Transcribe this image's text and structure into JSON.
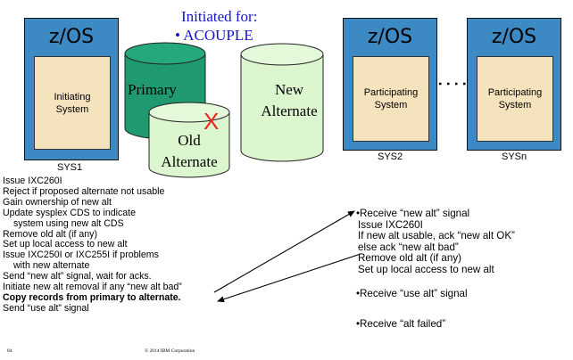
{
  "header": {
    "title": "Initiated for:",
    "bullet": "• ACOUPLE"
  },
  "systems": [
    {
      "os_label": "z/OS",
      "inner_label": "Initiating System",
      "name": "SYS1"
    },
    {
      "os_label": "z/OS",
      "inner_label": "Participating System",
      "name": "SYS2"
    },
    {
      "os_label": "z/OS",
      "inner_label": "Participating System",
      "name": "SYSn"
    }
  ],
  "datasets": {
    "primary": "Primary",
    "new_alternate": "New Alternate",
    "old_alternate": "Old Alternate",
    "x_mark": "X"
  },
  "left_steps": [
    "Issue IXC260I",
    "Reject if proposed alternate not usable",
    "Gain ownership of new alt",
    "Update sysplex CDS to indicate",
    "system using new alt CDS",
    "Remove old alt (if any)",
    "Set up local access to new alt",
    "Issue IXC250I or IXC255I if problems",
    "with new alternate",
    "Send “new alt” signal, wait for acks.",
    "Initiate new alt removal if any “new alt bad”",
    "Copy records from primary to alternate.",
    "Send “use alt” signal"
  ],
  "right_steps_block1": [
    "•Receive “new alt” signal",
    "Issue IXC260I",
    "If new alt usable, ack “new alt OK”",
    "else ack “new alt bad”",
    "Remove old alt (if any)",
    "Set up local access to new alt"
  ],
  "right_step_use_alt": "•Receive “use alt” signal",
  "right_step_alt_failed": "•Receive “alt failed”",
  "footer": {
    "page_number": "84",
    "copyright": "© 2014 IBM Corporation"
  },
  "colors": {
    "zos_blue": "#3d89c4",
    "inner_fill": "#f5e3bd",
    "primary_green": "#1f9a70",
    "pale_green": "#dcf6cf",
    "x_red": "#e8261c",
    "title_blue": "#1515c8"
  }
}
